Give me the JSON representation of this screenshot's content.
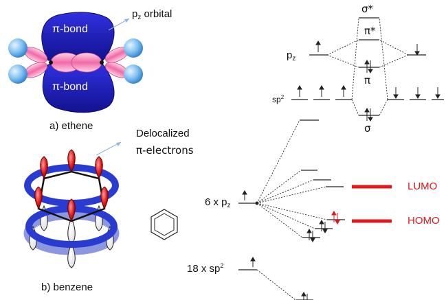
{
  "ethene": {
    "pi_bond_top": "π-bond",
    "pi_bond_bottom": "π-bond",
    "pz_orbital": {
      "p": "p",
      "sub": "z",
      "rest": " orbital"
    },
    "caption": "a) ethene"
  },
  "benzene": {
    "delocalized_line1": "Delocalized",
    "delocalized_line2": "π-electrons",
    "caption": "b) benzene"
  },
  "ethene_mo": {
    "sigma_star": "σ*",
    "pi_star": "π*",
    "pz": {
      "p": "p",
      "sub": "z"
    },
    "pi": "π",
    "sp2": {
      "sp": "sp",
      "sup": "2"
    },
    "sigma": "σ"
  },
  "benzene_mo": {
    "six_pz": {
      "prefix": "6 x p",
      "sub": "z"
    },
    "eighteen_sp2": {
      "prefix": "18 x sp",
      "sup": "2"
    },
    "lumo": "LUMO",
    "homo": "HOMO",
    "frontier_color": "#e0191d"
  },
  "colors": {
    "pi_lobe": "#1c1cc4",
    "sigma_lobe": "#f08ab8",
    "hydrogen": "#5aa6e6",
    "ring": "#2a3bd0",
    "p_lobe": "#d81818"
  }
}
